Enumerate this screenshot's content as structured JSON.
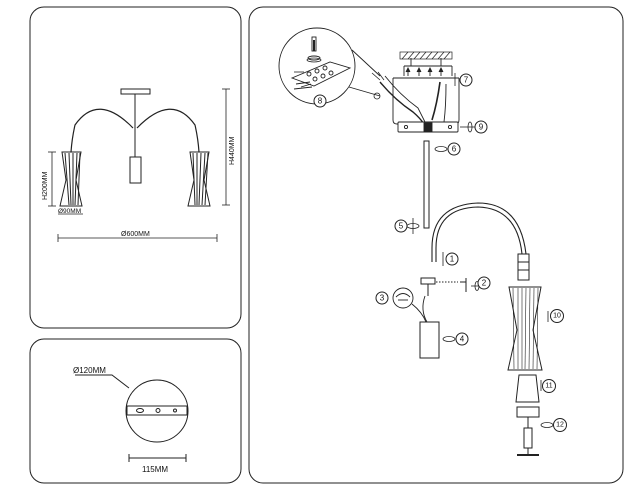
{
  "panel_overview": {
    "height_total": "H440MM",
    "height_shade": "H200MM",
    "shade_diameter": "Ø90MM",
    "span_diameter": "Ø600MM"
  },
  "panel_canopy": {
    "canopy_diameter": "Ø120MM",
    "mount_spacing": "115MM"
  },
  "panel_assembly": {
    "steps": [
      "1",
      "2",
      "3",
      "4",
      "5",
      "6",
      "7",
      "8",
      "9",
      "10",
      "11",
      "12"
    ]
  }
}
